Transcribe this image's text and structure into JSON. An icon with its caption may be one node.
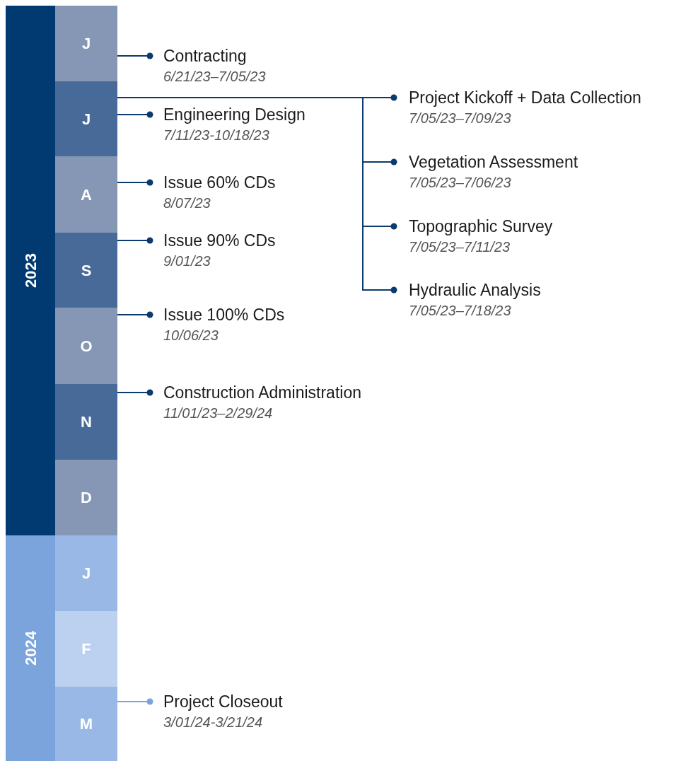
{
  "diagram": {
    "nodes": [
      {
        "text": [
          "2023"
        ]
      },
      {
        "text": [
          "J"
        ]
      },
      {
        "text": [
          "J"
        ]
      },
      {
        "text": [
          "A"
        ]
      },
      {
        "text": [
          "S"
        ]
      },
      {
        "text": [
          "O"
        ]
      },
      {
        "text": [
          "N"
        ]
      },
      {
        "text": [
          "D"
        ]
      },
      {
        "text": [
          "2024"
        ]
      },
      {
        "text": [
          "J"
        ]
      },
      {
        "text": [
          "F"
        ]
      },
      {
        "text": [
          "M"
        ]
      },
      {
        "text": [
          "Contracting",
          "6/21/23–7/05/23"
        ]
      },
      {
        "text": [
          "Engineering Design",
          "7/11/23-10/18/23"
        ]
      },
      {
        "text": [
          "Issue 60% CDs",
          "8/07/23"
        ]
      },
      {
        "text": [
          "Issue 90% CDs",
          "9/01/23"
        ]
      },
      {
        "text": [
          "Issue 100% CDs",
          "10/06/23"
        ]
      },
      {
        "text": [
          "Construction Administration",
          "11/01/23–2/29/24"
        ]
      },
      {
        "text": [
          "Project Closeout",
          "3/01/24-3/21/24"
        ]
      },
      {
        "text": [
          "Project Kickoff + Data Collection",
          "7/05/23–7/09/23"
        ]
      },
      {
        "text": [
          "Vegetation Assessment",
          "7/05/23–7/06/23"
        ]
      },
      {
        "text": [
          "Topographic Survey",
          "7/05/23–7/11/23"
        ]
      },
      {
        "text": [
          "Hydraulic Analysis",
          "7/05/23–7/18/23"
        ]
      }
    ],
    "edges": [
      {
        "from": 1,
        "to": 12,
        "arrow": "other"
      },
      {
        "from": 2,
        "to": 13,
        "arrow": "other"
      },
      {
        "from": 3,
        "to": 14,
        "arrow": "other"
      },
      {
        "from": 4,
        "to": 15,
        "arrow": "other"
      },
      {
        "from": 5,
        "to": 16,
        "arrow": "other"
      },
      {
        "from": 6,
        "to": 17,
        "arrow": "other"
      },
      {
        "from": 11,
        "to": 18,
        "arrow": "other",
        "color": "#7ba3dc"
      },
      {
        "from": 2,
        "to": 19,
        "arrow": "other"
      },
      {
        "from": 2,
        "to": 20,
        "arrow": "other"
      },
      {
        "from": 2,
        "to": 21,
        "arrow": "other"
      },
      {
        "from": 2,
        "to": 22,
        "arrow": "other"
      }
    ]
  }
}
